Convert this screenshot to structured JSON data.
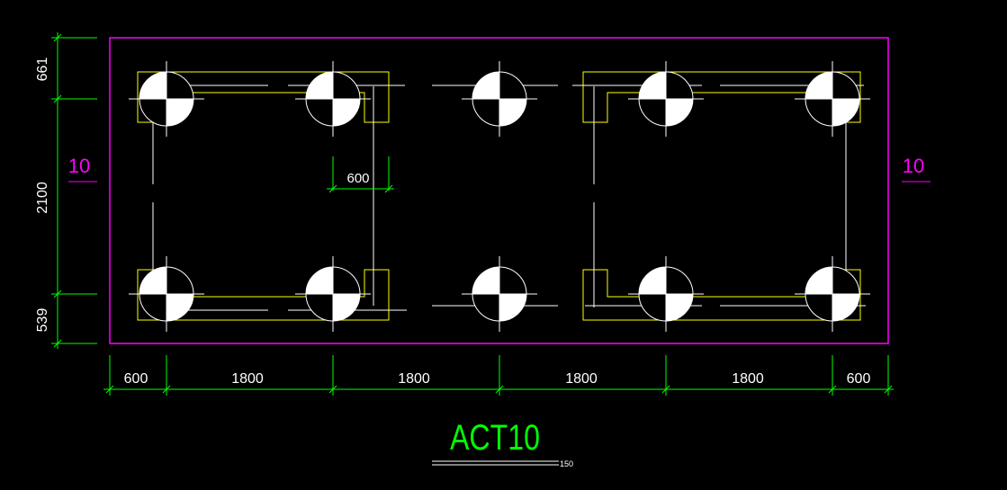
{
  "drawing": {
    "title": "ACT10",
    "scale": "150",
    "section_marks": {
      "left": "10",
      "right": "10"
    },
    "dims_horizontal": [
      "600",
      "1800",
      "1800",
      "1800",
      "1800",
      "600"
    ],
    "dims_vertical": [
      "661",
      "2100",
      "539"
    ],
    "inner_dim": "600",
    "colors": {
      "background": "#000000",
      "boundary": "#ff00ff",
      "dimension": "#00ff00",
      "rebar_outline": "#ffff00",
      "lines": "#ffffff",
      "title": "#00ff00",
      "section_mark": "#ff00ff"
    }
  }
}
